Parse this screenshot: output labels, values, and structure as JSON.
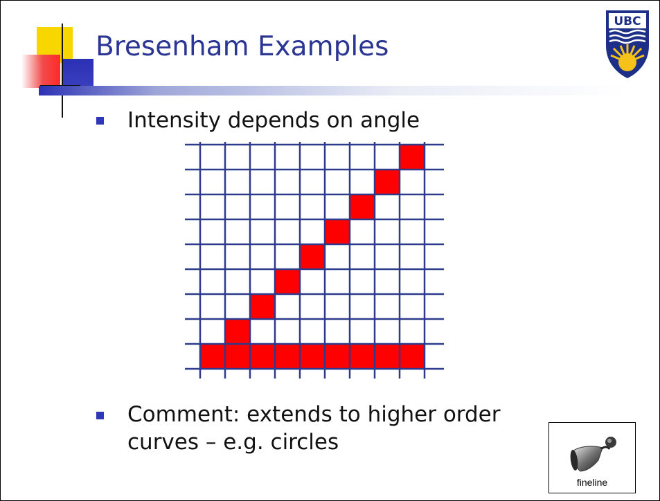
{
  "slide": {
    "title": "Bresenham Examples",
    "bullets": [
      {
        "text_lines": [
          "Intensity depends on angle"
        ]
      },
      {
        "text_lines": [
          "Comment: extends to higher order",
          "curves – e.g. circles"
        ]
      }
    ]
  },
  "logo": {
    "label": "UBC",
    "icon": "ubc-crest"
  },
  "fineline": {
    "label": "fineline",
    "icon": "fineline-vase"
  },
  "figure": {
    "grid_cols": 9,
    "grid_rows": 9,
    "filled_cells": [
      [
        0,
        8
      ],
      [
        1,
        8
      ],
      [
        2,
        8
      ],
      [
        3,
        8
      ],
      [
        4,
        8
      ],
      [
        5,
        8
      ],
      [
        6,
        8
      ],
      [
        7,
        8
      ],
      [
        8,
        8
      ],
      [
        1,
        7
      ],
      [
        2,
        6
      ],
      [
        3,
        5
      ],
      [
        4,
        4
      ],
      [
        5,
        3
      ],
      [
        6,
        2
      ],
      [
        7,
        1
      ],
      [
        8,
        0
      ]
    ]
  },
  "colors": {
    "title": "#2b3593",
    "grid_line": "#2e3a8c",
    "pixel_fill": "#ff0000",
    "pixel_stroke": "#7a2b6b",
    "bullet": "#2f36b8"
  }
}
